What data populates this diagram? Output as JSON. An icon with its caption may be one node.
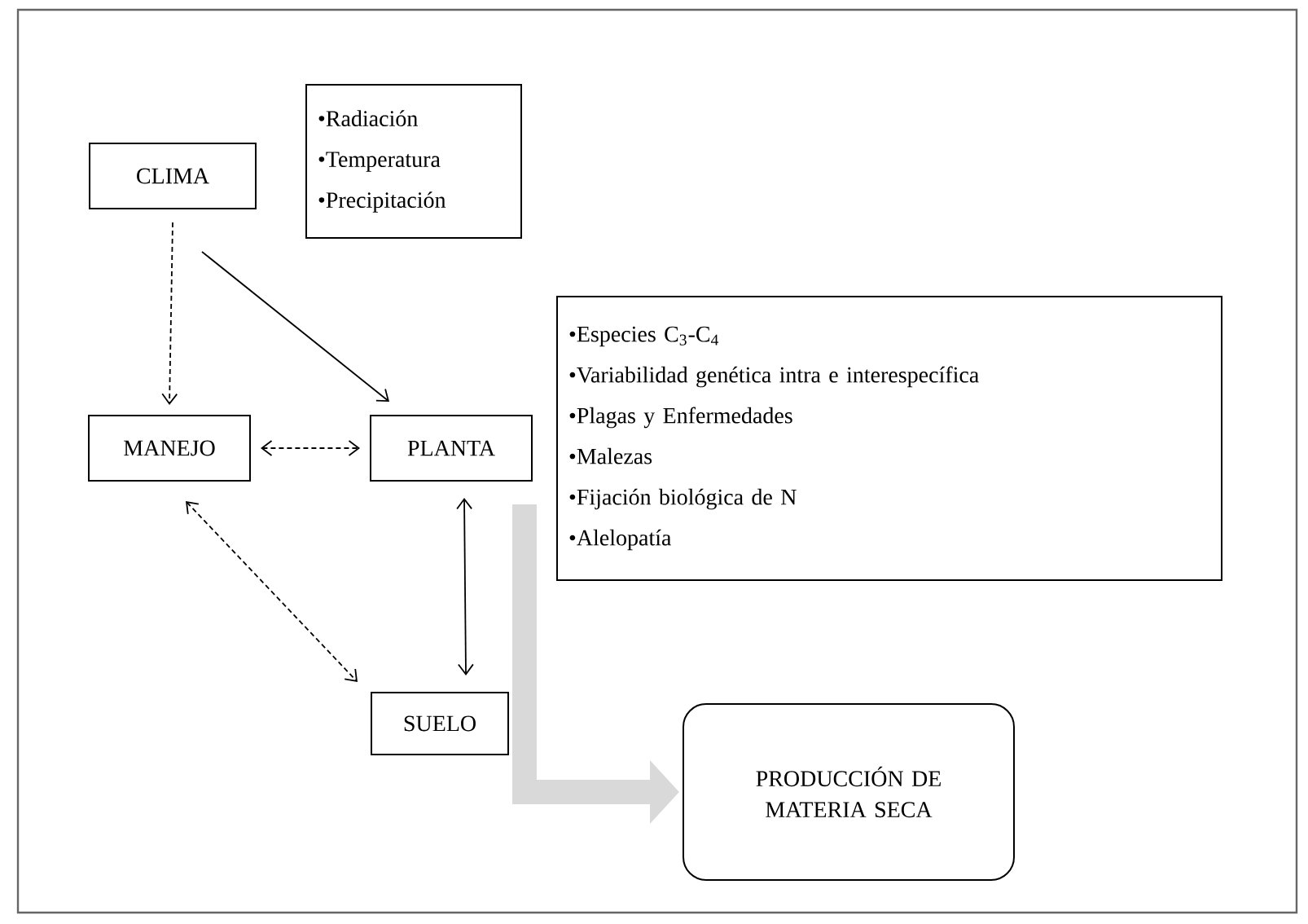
{
  "diagram": {
    "nodes": [
      {
        "text": [
          "CLIMA"
        ]
      },
      {
        "text": [
          "•Radiación",
          "•Temperatura",
          "•Precipitación"
        ]
      },
      {
        "text": [
          "MANEJO"
        ]
      },
      {
        "text": [
          "PLANTA"
        ]
      },
      {
        "text": [
          "•Especies C$_{3}$-C$_{4}$",
          "•Variabilidad genética intra e interespecífica",
          "•Plagas y Enfermedades",
          "•Malezas",
          "•Fijación biológica de N",
          "•Alelopatía"
        ]
      },
      {
        "text": [
          "SUELO"
        ]
      },
      {
        "text": [
          "PRODUCCIÓN DE MATERIA SECA"
        ]
      }
    ],
    "edges": [
      {
        "from": 0,
        "to": 2,
        "arrow": "to",
        "style": "dashed"
      },
      {
        "from": 0,
        "to": 3,
        "arrow": "to"
      },
      {
        "from": 2,
        "to": 3,
        "arrow": "both",
        "style": "dashed"
      },
      {
        "from": 3,
        "to": 5,
        "arrow": "both"
      },
      {
        "from": 2,
        "to": 5,
        "arrow": "both",
        "style": "dashed"
      },
      {
        "from": 3,
        "to": 6,
        "arrow": "to",
        "style": "thick",
        "color": "#d9d9d9"
      }
    ]
  }
}
